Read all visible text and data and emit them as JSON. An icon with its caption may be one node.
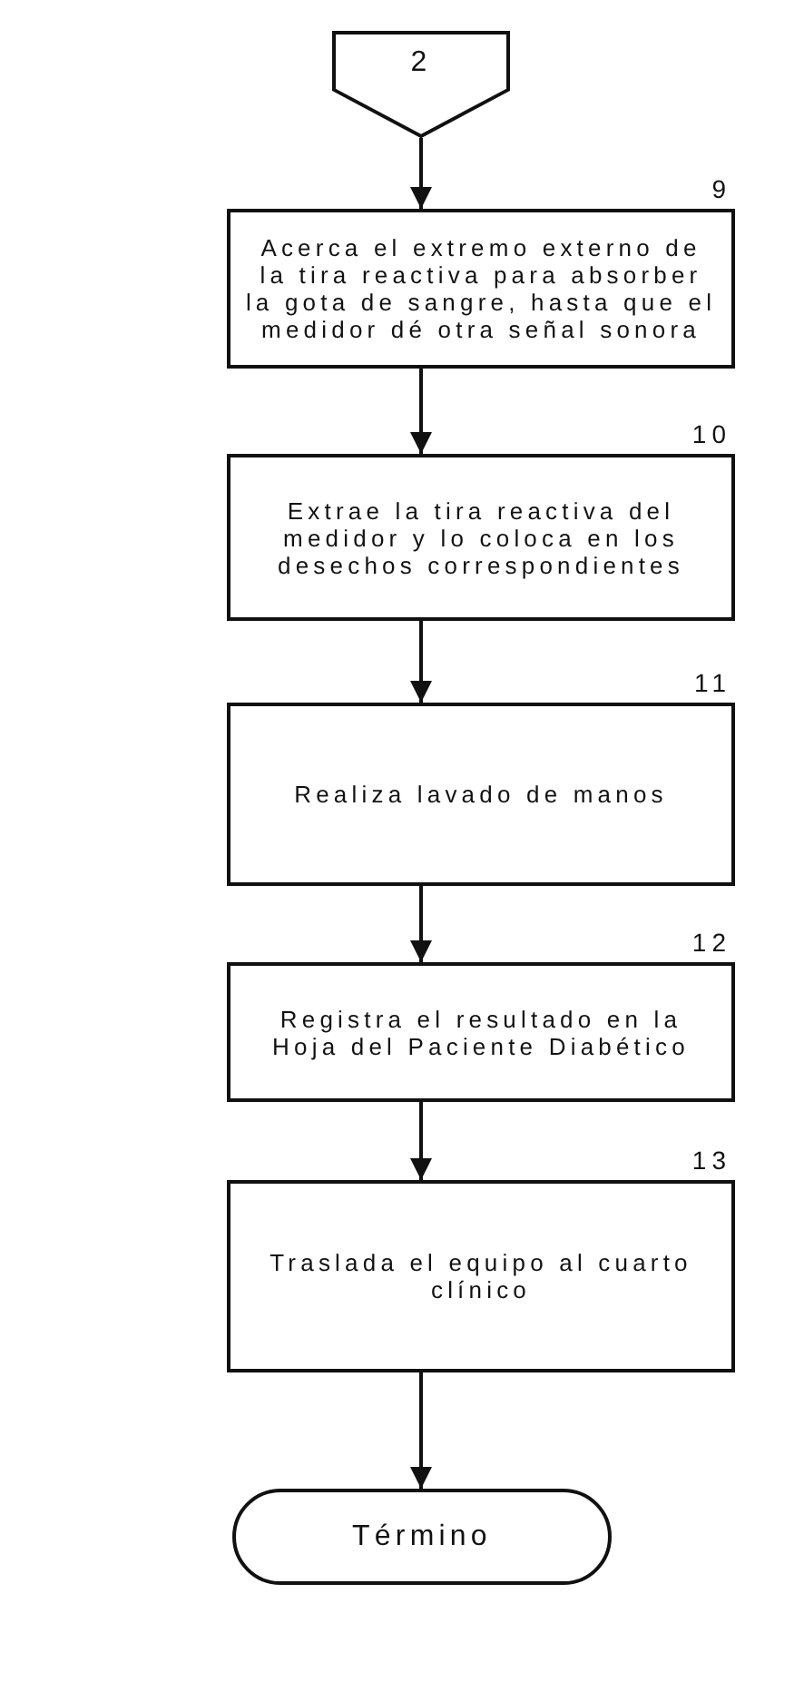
{
  "diagram": {
    "nodes": [
      {
        "text": [
          "2"
        ]
      },
      {
        "text": [
          "Acerca el extremo externo de la tira reactiva para absorber la gota de sangre, hasta que el medidor dé otra señal sonora"
        ],
        "beside": [
          "9"
        ]
      },
      {
        "text": [
          "Extrae la tira reactiva del medidor y lo coloca en los desechos correspondientes"
        ],
        "beside": [
          "10"
        ]
      },
      {
        "text": [
          "Realiza lavado de manos"
        ],
        "beside": [
          "11"
        ]
      },
      {
        "text": [
          "Registra el resultado en la Hoja del Paciente Diabético"
        ],
        "beside": [
          "12"
        ]
      },
      {
        "text": [
          "Traslada el equipo al cuarto clínico"
        ],
        "beside": [
          "13"
        ]
      },
      {
        "text": [
          "Término"
        ]
      }
    ],
    "edges": [
      {
        "from": 0,
        "to": 1,
        "arrow": "to"
      },
      {
        "from": 1,
        "to": 2,
        "arrow": "to"
      },
      {
        "from": 2,
        "to": 3,
        "arrow": "to"
      },
      {
        "from": 3,
        "to": 4,
        "arrow": "to"
      },
      {
        "from": 4,
        "to": 5,
        "arrow": "to"
      },
      {
        "from": 5,
        "to": 6,
        "arrow": "to"
      }
    ]
  }
}
